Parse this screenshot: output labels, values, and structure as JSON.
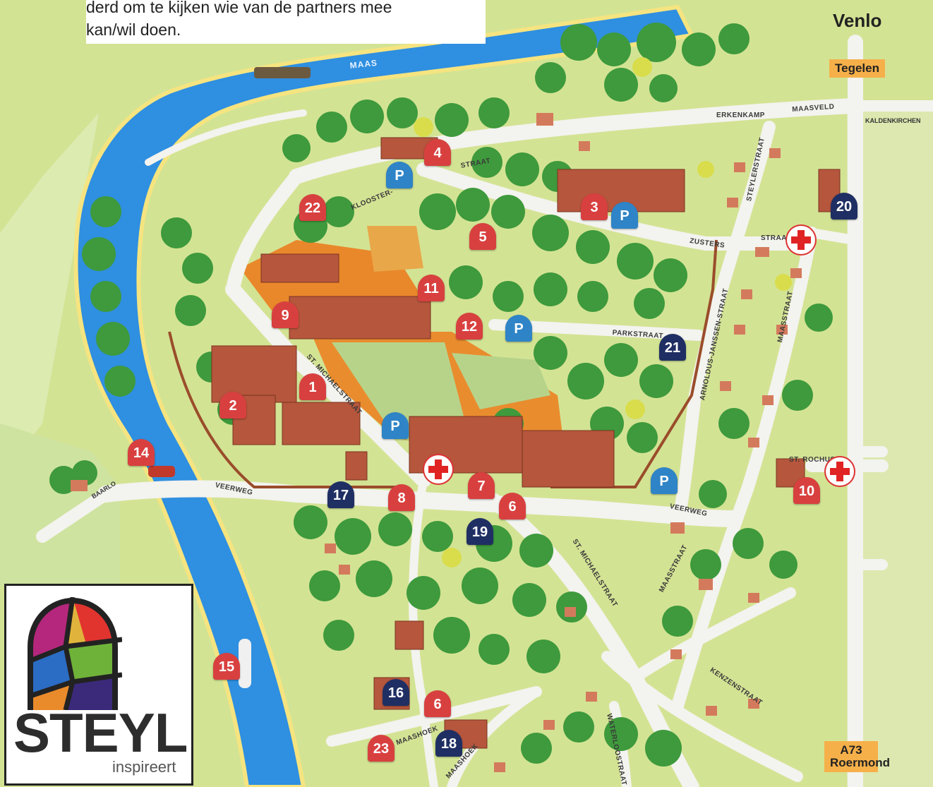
{
  "intro": {
    "line1": "derd om te kijken wie van de partners mee",
    "line2": "kan/wil doen."
  },
  "towns": {
    "venlo": "Venlo",
    "tegelen": "Tegelen",
    "a73": "A73",
    "roermond": "Roermond"
  },
  "river_label": "MAAS",
  "compass": {
    "kaldenkirchen": "KALDENKIRCHEN",
    "baarlo": "BAARLO"
  },
  "streets": {
    "erkenkamp": "ERKENKAMP",
    "maasveld": "MAASVELD",
    "straat": "STRAAT",
    "klooster": "KLOOSTER-",
    "zusters": "ZUSTERS",
    "steylerstraat": "STEYLERSTRAAT",
    "straat2": "STRAAT",
    "parkstraat": "PARKSTRAAT",
    "arnoldus": "ARNOLDUS-JANSSEN-STRAAT",
    "maasstraat_n": "MAASSTRAAT",
    "st_michaelstraat_n": "ST. MICHAELSTRAAT",
    "st_rochus": "ST. ROCHUS",
    "veerweg_w": "VEERWEG",
    "veerweg_e": "VEERWEG",
    "st_michaelstraat_s": "ST. MICHAELSTRAAT",
    "maasstraat_s": "MAASSTRAAT",
    "kenzenstraat": "KENZENSTRAAT",
    "waterloostraat": "WATERLOOSTRAAT",
    "maashoek1": "MAASHOEK",
    "maashoek2": "MAASHOEK"
  },
  "markers": {
    "m1": "1",
    "m2": "2",
    "m3": "3",
    "m4": "4",
    "m5": "5",
    "m6a": "6",
    "m6b": "6",
    "m7": "7",
    "m8": "8",
    "m9": "9",
    "m10": "10",
    "m11": "11",
    "m12": "12",
    "m14": "14",
    "m15": "15",
    "m16": "16",
    "m17": "17",
    "m18": "18",
    "m19": "19",
    "m20": "20",
    "m21": "21",
    "m22": "22",
    "m23": "23"
  },
  "parking_label": "P",
  "logo": {
    "word": "STEYL",
    "tagline": "inspireert"
  },
  "colors": {
    "river": "#2f8fe0",
    "land": "#cfe08c",
    "road": "#f2f2ee",
    "tree": "#3e9a3c",
    "building": "#b5563d",
    "marker_red": "#d8403f",
    "marker_navy": "#1f2f63",
    "marker_blue": "#2e84c6"
  }
}
